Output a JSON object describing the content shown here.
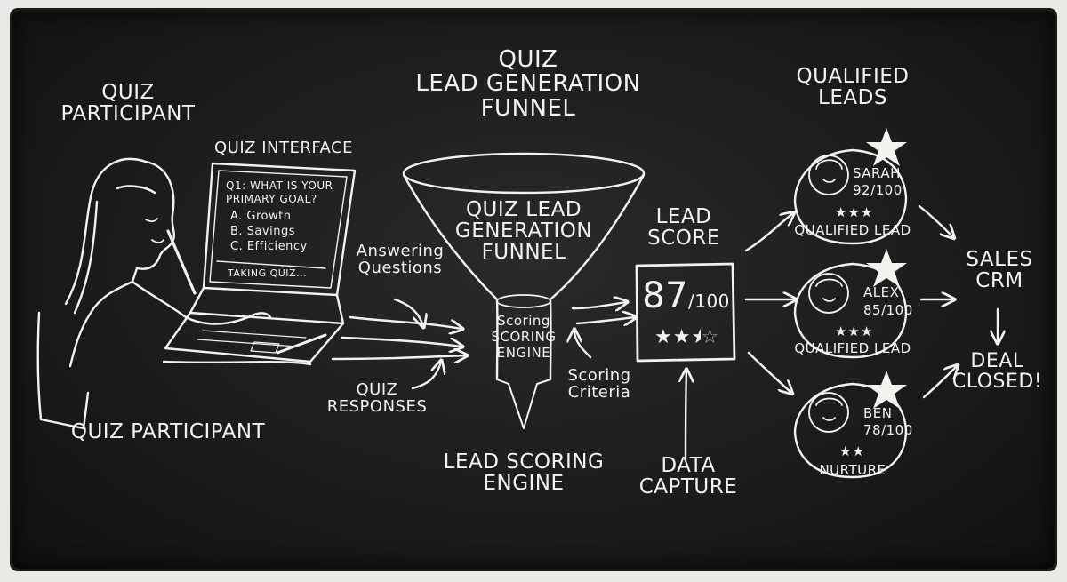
{
  "titles": {
    "main": [
      "QUIZ",
      "LEAD GENERATION",
      "FUNNEL"
    ],
    "participant_top": [
      "QUIZ",
      "PARTICIPANT"
    ],
    "participant_bottom": "QUIZ PARTICIPANT",
    "quiz_interface": "QUIZ INTERFACE",
    "qualified_leads": [
      "QUALIFIED",
      "LEADS"
    ]
  },
  "laptop": {
    "question": [
      "Q1: WHAT IS YOUR",
      "PRIMARY GOAL?"
    ],
    "options": [
      "A. Growth",
      "B. Savings",
      "C. Efficiency"
    ],
    "status": "TAKING QUIZ..."
  },
  "flow_labels": {
    "answering": [
      "Answering",
      "Questions"
    ],
    "responses": [
      "QUIZ",
      "RESPONSES"
    ],
    "scoring_criteria": [
      "Scoring",
      "Criteria"
    ],
    "lead_scoring_engine": [
      "LEAD SCORING",
      "ENGINE"
    ],
    "data_capture": [
      "DATA",
      "CAPTURE"
    ]
  },
  "funnel": {
    "label": [
      "QUIZ LEAD",
      "GENERATION",
      "FUNNEL"
    ],
    "neck_label": [
      "Scoring",
      "SCORING",
      "ENGINE"
    ]
  },
  "lead_score": {
    "title": [
      "LEAD",
      "SCORE"
    ],
    "value": "87",
    "max": "/100",
    "stars_shown": 2.5,
    "stars_total": 3
  },
  "leads": [
    {
      "name": "SARAH",
      "score": "92/100",
      "stars": "★★★",
      "label": "QUALIFIED LEAD"
    },
    {
      "name": "ALEX",
      "score": "85/100",
      "stars": "★★★",
      "label": "QUALIFIED LEAD"
    },
    {
      "name": "BEN",
      "score": "78/100",
      "stars": "★★",
      "label": "NURTURE"
    }
  ],
  "crm": {
    "sales": [
      "SALES",
      "CRM"
    ],
    "deal": [
      "DEAL",
      "CLOSED!"
    ]
  }
}
